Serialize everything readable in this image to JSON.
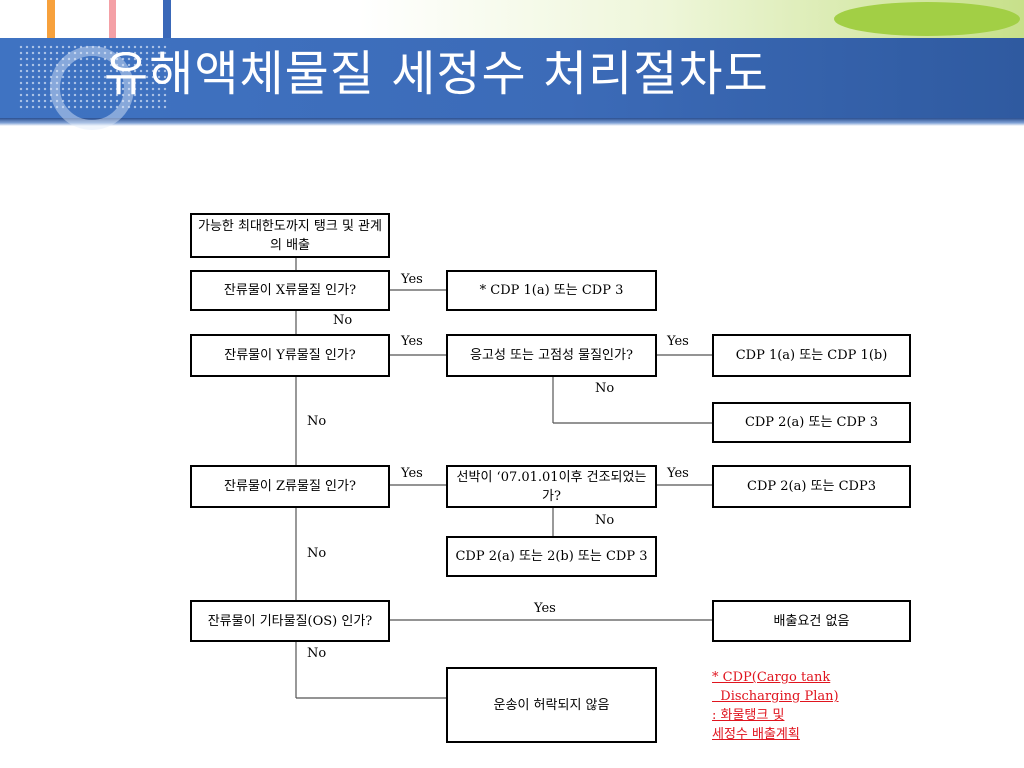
{
  "title": "유해액체물질 세정수 처리절차도",
  "flowchart": {
    "boxes": {
      "start": "가능한 최대한도까지 탱크 및 관계의 배출",
      "q_x": "잔류물이 X류물질 인가?",
      "cdp_x": "* CDP 1(a) 또는 CDP 3",
      "q_y": "잔류물이 Y류물질 인가?",
      "q_solid": "응고성 또는 고점성 물질인가?",
      "cdp_y_yes": "CDP 1(a) 또는 CDP 1(b)",
      "cdp_y_no": "CDP 2(a) 또는 CDP 3",
      "q_z": "잔류물이 Z류물질 인가?",
      "q_ship": "선박이 ‘07.01.01이후 건조되었는가?",
      "cdp_z_yes": "CDP 2(a) 또는 CDP3",
      "cdp_z_no": "CDP 2(a) 또는 2(b) 또는 CDP 3",
      "q_os": "잔류물이 기타물질(OS) 인가?",
      "no_req": "배출요건 없음",
      "prohibited": "운송이 허락되지 않음"
    },
    "labels": {
      "yes": "Yes",
      "no": "No"
    },
    "footnote": [
      "* CDP(Cargo tank",
      "  Discharging Plan)",
      ": 화물탱크 및",
      "세정수 배출계획"
    ]
  },
  "colors": {
    "title_bar": "#3c6bb8",
    "footnote": "#e0141e",
    "accent_green": "#a2cf45"
  }
}
